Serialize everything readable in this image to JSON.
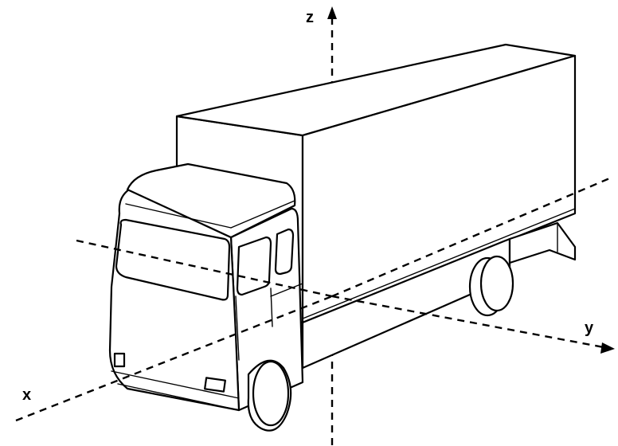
{
  "axes": {
    "x_label": "x",
    "y_label": "y",
    "z_label": "z"
  }
}
